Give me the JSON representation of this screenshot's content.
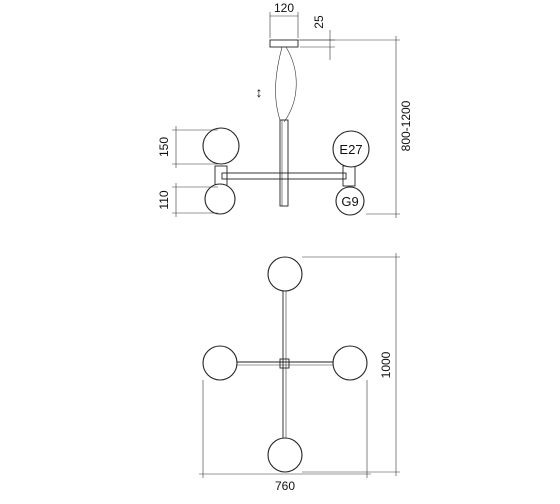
{
  "dimensions": {
    "canopy_width": "120",
    "canopy_height": "25",
    "suspension_length": "800-1200",
    "adjust_symbol": "↕",
    "globe_large": "150",
    "globe_small": "110",
    "total_length": "1000",
    "total_width": "760"
  },
  "sockets": {
    "large": "E27",
    "small": "G9"
  }
}
